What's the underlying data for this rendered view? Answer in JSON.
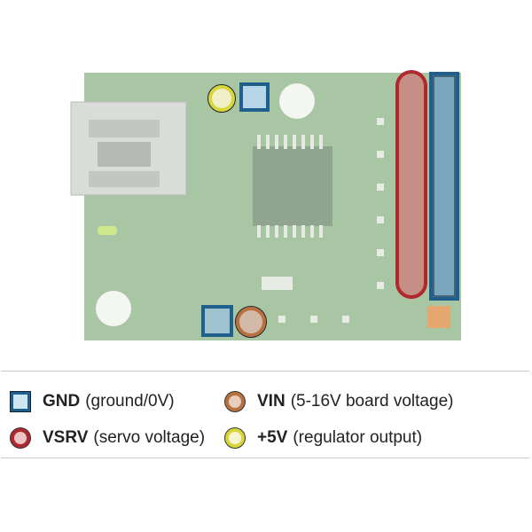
{
  "legend": [
    {
      "key": "GND",
      "desc": "(ground/0V)",
      "icon": "gnd-square-icon",
      "color": "#1e5f8c"
    },
    {
      "key": "VIN",
      "desc": "(5-16V board voltage)",
      "icon": "vin-circle-icon",
      "color": "#b9703f"
    },
    {
      "key": "VSRV",
      "desc": "(servo voltage)",
      "icon": "vsrv-circle-icon",
      "color": "#b0282d"
    },
    {
      "key": "+5V",
      "desc": "(regulator output)",
      "icon": "5v-circle-icon",
      "color": "#d8d63a"
    }
  ]
}
